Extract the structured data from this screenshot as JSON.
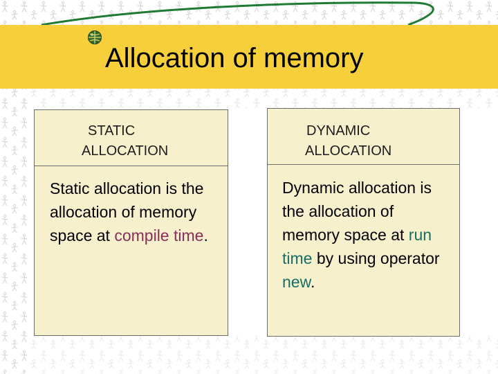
{
  "slide": {
    "title": "Allocation of memory"
  },
  "static_box": {
    "header_line1": "STATIC",
    "header_line2": "ALLOCATION",
    "body_prefix": "Static allocation is the allocation of memory space at ",
    "body_highlight": "compile time",
    "body_suffix": "."
  },
  "dynamic_box": {
    "header_line1": "DYNAMIC",
    "header_line2": "ALLOCATION",
    "body_prefix": "Dynamic allocation is the allocation of memory space at ",
    "body_highlight1": "run time",
    "body_middle": " by using operator ",
    "body_highlight2": "new",
    "body_suffix": "."
  },
  "colors": {
    "title_band": "#f6cf3a",
    "box_fill": "#f7f0cc",
    "compile_time": "#8b2d5b",
    "run_time_new": "#166e66"
  }
}
